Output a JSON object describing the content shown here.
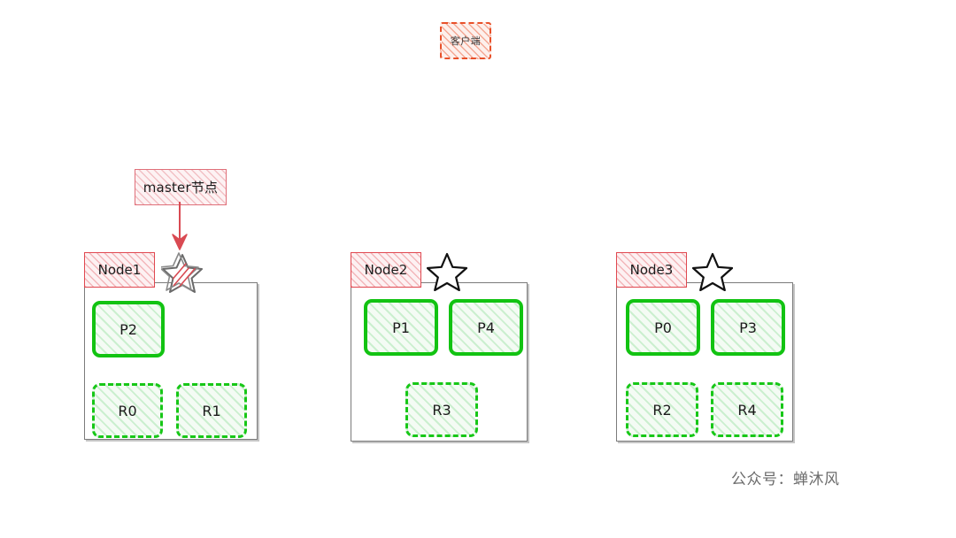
{
  "diagram": {
    "title": "Elasticsearch cluster shard allocation diagram",
    "background": "#ffffff",
    "client": {
      "label": "客户端",
      "border_color": "#e8512a",
      "fill_color": "#fdf0ec"
    },
    "master_callout": {
      "label": "master节点",
      "border_color": "#e0707a",
      "fill_color": "#fdf2f3",
      "arrow_color": "#d94a52",
      "arrow_target": "node1-star"
    },
    "watermark": {
      "text": "公众号：蝉沐风",
      "color": "#6b6b6b"
    },
    "legend_colors": {
      "primary_shard": "#12c312",
      "replica_shard": "#17c717",
      "node_border": "#7b7b7b",
      "node_tab_border": "#e04850"
    },
    "nodes": [
      {
        "id": "node1",
        "label": "Node1",
        "is_master": true,
        "star_style": "sketchy-hatched",
        "shards": [
          {
            "label": "P2",
            "type": "primary"
          },
          {
            "label": "R0",
            "type": "replica"
          },
          {
            "label": "R1",
            "type": "replica"
          }
        ]
      },
      {
        "id": "node2",
        "label": "Node2",
        "is_master": false,
        "star_style": "outline",
        "shards": [
          {
            "label": "P1",
            "type": "primary"
          },
          {
            "label": "P4",
            "type": "primary"
          },
          {
            "label": "R3",
            "type": "replica"
          }
        ]
      },
      {
        "id": "node3",
        "label": "Node3",
        "is_master": false,
        "star_style": "outline",
        "shards": [
          {
            "label": "P0",
            "type": "primary"
          },
          {
            "label": "P3",
            "type": "primary"
          },
          {
            "label": "R2",
            "type": "replica"
          },
          {
            "label": "R4",
            "type": "replica"
          }
        ]
      }
    ]
  }
}
